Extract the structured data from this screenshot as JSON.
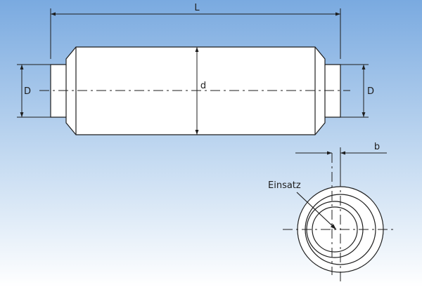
{
  "labels": {
    "length": "L",
    "end_diameter_left": "D",
    "end_diameter_right": "D",
    "body_diameter": "d",
    "offset": "b",
    "insert": "Einsatz"
  },
  "colors": {
    "background_top": "#7aaae0",
    "background_bottom": "#ffffff",
    "outline": "#1e1e1e",
    "fill": "#ffffff"
  }
}
